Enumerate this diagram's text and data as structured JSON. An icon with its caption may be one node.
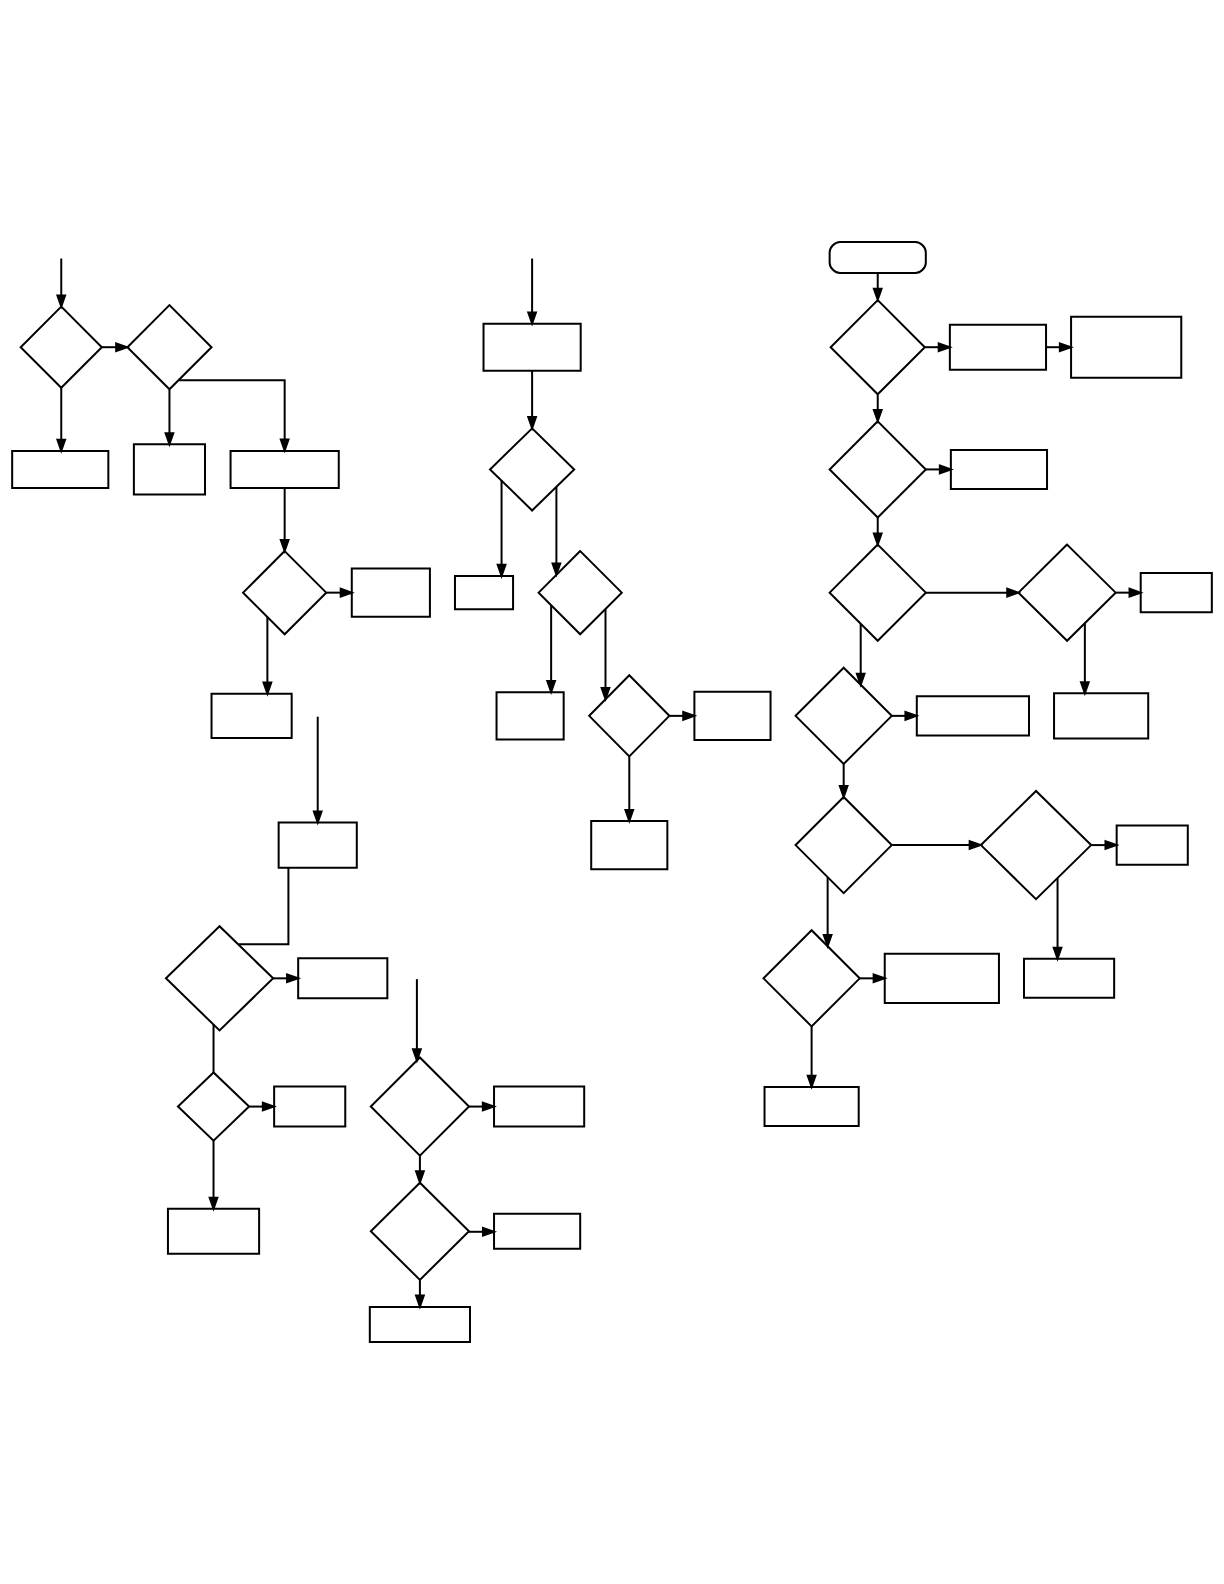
{
  "diagram": {
    "nodes": [
      {
        "text": [],
        "shape": "box"
      },
      {
        "text": [],
        "shape": "diamond"
      },
      {
        "text": [],
        "shape": "box"
      },
      {
        "text": [],
        "shape": "diamond"
      },
      {
        "text": [],
        "shape": "box"
      },
      {
        "text": [],
        "shape": "diamond"
      },
      {
        "text": [],
        "shape": "box"
      },
      {
        "text": [],
        "shape": "box"
      },
      {
        "text": [],
        "shape": "diamond"
      },
      {
        "text": [],
        "shape": "diamond"
      },
      {
        "text": [],
        "shape": "box"
      },
      {
        "text": [],
        "shape": "box"
      },
      {
        "text": [],
        "shape": "box"
      },
      {
        "text": [],
        "shape": "diamond"
      },
      {
        "text": [],
        "shape": "box"
      },
      {
        "text": [],
        "shape": "box"
      },
      {
        "text": [],
        "shape": "box"
      },
      {
        "text": [],
        "shape": "diamond"
      },
      {
        "text": [],
        "shape": "box"
      },
      {
        "text": [],
        "shape": "diamond"
      },
      {
        "text": [],
        "shape": "box"
      },
      {
        "text": [],
        "shape": "box"
      },
      {
        "text": [],
        "shape": "diamond"
      },
      {
        "text": [],
        "shape": "box"
      },
      {
        "text": [],
        "shape": "diamond"
      },
      {
        "text": [],
        "shape": "box"
      },
      {
        "text": [],
        "shape": "box"
      },
      {
        "text": [],
        "shape": "stadium"
      },
      {
        "text": [],
        "shape": "diamond"
      },
      {
        "text": [],
        "shape": "box"
      },
      {
        "text": [],
        "shape": "box"
      },
      {
        "text": [],
        "shape": "diamond"
      },
      {
        "text": [],
        "shape": "box"
      },
      {
        "text": [],
        "shape": "diamond"
      },
      {
        "text": [],
        "shape": "diamond"
      },
      {
        "text": [],
        "shape": "box"
      },
      {
        "text": [],
        "shape": "box"
      },
      {
        "text": [],
        "shape": "diamond"
      },
      {
        "text": [],
        "shape": "box"
      },
      {
        "text": [],
        "shape": "diamond"
      },
      {
        "text": [],
        "shape": "diamond"
      },
      {
        "text": [],
        "shape": "box"
      },
      {
        "text": [],
        "shape": "box"
      },
      {
        "text": [],
        "shape": "diamond"
      },
      {
        "text": [],
        "shape": "box"
      },
      {
        "text": [],
        "shape": "box"
      }
    ],
    "edges": [
      {
        "from": null,
        "to": 0,
        "arrow": "to"
      },
      {
        "from": null,
        "to": 8,
        "arrow": "to"
      },
      {
        "from": null,
        "to": 16,
        "arrow": "to"
      },
      {
        "from": null,
        "to": 22,
        "arrow": "to"
      },
      {
        "from": 0,
        "to": 1,
        "arrow": "to"
      },
      {
        "from": 1,
        "to": 2,
        "arrow": "to"
      },
      {
        "from": 1,
        "to": 3,
        "arrow": "to"
      },
      {
        "from": 3,
        "to": 4,
        "arrow": "to"
      },
      {
        "from": 3,
        "to": 5,
        "arrow": "to"
      },
      {
        "from": 5,
        "to": 6,
        "arrow": "to"
      },
      {
        "from": 5,
        "to": 7,
        "arrow": "to"
      },
      {
        "from": 8,
        "to": 9,
        "arrow": "to"
      },
      {
        "from": 9,
        "to": 10,
        "arrow": "to"
      },
      {
        "from": 9,
        "to": 12,
        "arrow": "to"
      },
      {
        "from": 8,
        "to": 11,
        "arrow": "to"
      },
      {
        "from": 12,
        "to": 13,
        "arrow": "to"
      },
      {
        "from": 13,
        "to": 14,
        "arrow": "to"
      },
      {
        "from": 13,
        "to": 15,
        "arrow": "to"
      },
      {
        "from": 16,
        "to": 17,
        "arrow": "none"
      },
      {
        "from": 17,
        "to": 18,
        "arrow": "to"
      },
      {
        "from": 17,
        "to": 19,
        "arrow": "none"
      },
      {
        "from": 19,
        "to": 20,
        "arrow": "to"
      },
      {
        "from": 19,
        "to": 21,
        "arrow": "to"
      },
      {
        "from": 22,
        "to": 23,
        "arrow": "to"
      },
      {
        "from": 22,
        "to": 24,
        "arrow": "to"
      },
      {
        "from": 24,
        "to": 25,
        "arrow": "to"
      },
      {
        "from": 24,
        "to": 26,
        "arrow": "to"
      },
      {
        "from": 27,
        "to": 28,
        "arrow": "to"
      },
      {
        "from": 28,
        "to": 29,
        "arrow": "to"
      },
      {
        "from": 29,
        "to": 30,
        "arrow": "to"
      },
      {
        "from": 28,
        "to": 31,
        "arrow": "to"
      },
      {
        "from": 31,
        "to": 32,
        "arrow": "to"
      },
      {
        "from": 31,
        "to": 33,
        "arrow": "to"
      },
      {
        "from": 33,
        "to": 34,
        "arrow": "to"
      },
      {
        "from": 34,
        "to": 35,
        "arrow": "to"
      },
      {
        "from": 34,
        "to": 36,
        "arrow": "to"
      },
      {
        "from": 33,
        "to": 37,
        "arrow": "to"
      },
      {
        "from": 37,
        "to": 38,
        "arrow": "to"
      },
      {
        "from": 37,
        "to": 39,
        "arrow": "to"
      },
      {
        "from": 39,
        "to": 40,
        "arrow": "to"
      },
      {
        "from": 40,
        "to": 41,
        "arrow": "to"
      },
      {
        "from": 40,
        "to": 42,
        "arrow": "to"
      },
      {
        "from": 39,
        "to": 43,
        "arrow": "to"
      },
      {
        "from": 43,
        "to": 44,
        "arrow": "to"
      },
      {
        "from": 43,
        "to": 45,
        "arrow": "to"
      }
    ]
  }
}
